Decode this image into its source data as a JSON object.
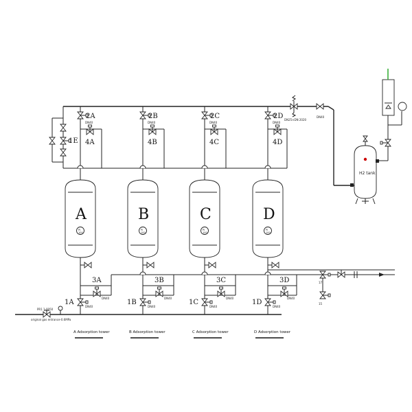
{
  "towers": [
    {
      "letter": "A",
      "gauge": "PI",
      "gauge_sub": "100",
      "top_valve": "2A",
      "purge_valve": "4A",
      "bottom_valve": "1A",
      "side_valve": "3A",
      "caption": "A Adsorption tower"
    },
    {
      "letter": "B",
      "gauge": "PI",
      "gauge_sub": "100",
      "top_valve": "2B",
      "purge_valve": "4B",
      "bottom_valve": "1B",
      "side_valve": "3B",
      "caption": "B Adsorption tower"
    },
    {
      "letter": "C",
      "gauge": "PI",
      "gauge_sub": "100",
      "top_valve": "2C",
      "purge_valve": "4C",
      "bottom_valve": "1C",
      "side_valve": "3C",
      "caption": "C Adsorption tower"
    },
    {
      "letter": "D",
      "gauge": "PI",
      "gauge_sub": "100",
      "top_valve": "2D",
      "purge_valve": "4D",
      "bottom_valve": "1D",
      "side_valve": "3D",
      "caption": "D Adsorption tower"
    }
  ],
  "bypass_valve": "1E",
  "small_labels": {
    "dn40": "DN40",
    "relief": "DN25×DN 2020",
    "outlet_dn": "DN40",
    "v17": "17",
    "v15": "15",
    "pr": "PR1 1-0050"
  },
  "tank": {
    "label": "H2 tank"
  },
  "inlet_label": "original gas entrance-0.6MPa"
}
